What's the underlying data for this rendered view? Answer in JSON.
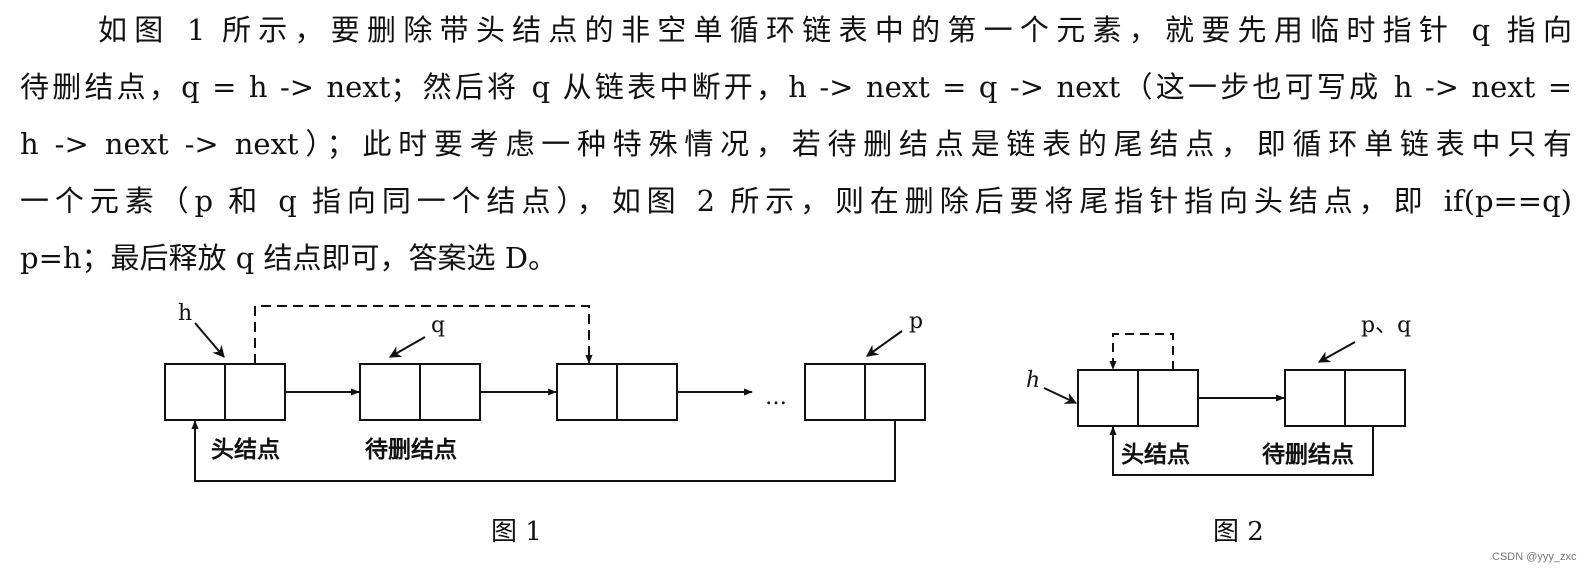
{
  "paragraph": {
    "lines": [
      "如图 1 所示，要删除带头结点的非空单循环链表中的第一个元素，就要先用临时指针 q 指向",
      "待删结点，q = h -> next；然后将 q 从链表中断开，h -> next = q -> next（这一步也可写成 h -> next =",
      "h -> next -> next）；此时要考虑一种特殊情况，若待删结点是链表的尾结点，即循环单链表中只有",
      "一个元素（p 和 q 指向同一个结点），如图 2 所示，则在删除后要将尾指针指向头结点，即 if(p==q)",
      "p=h；最后释放 q 结点即可，答案选 D。"
    ]
  },
  "figure1": {
    "caption": "图 1",
    "pointer_h": "h",
    "pointer_q": "q",
    "pointer_p": "p",
    "ellipsis": "…",
    "head_label": "头结点",
    "delete_label": "待删结点"
  },
  "figure2": {
    "caption": "图 2",
    "pointer_h": "h",
    "pointer_pq": "p、q",
    "head_label": "头结点",
    "delete_label": "待删结点"
  },
  "watermark": "CSDN @yyy_zxc"
}
